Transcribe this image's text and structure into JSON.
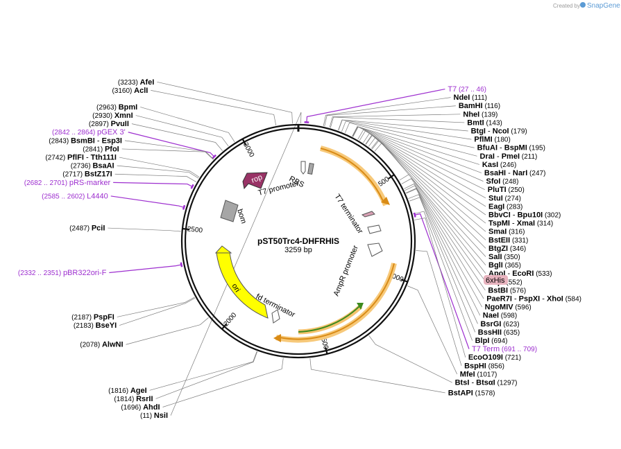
{
  "watermark": {
    "prefix": "Created by",
    "brand": "SnapGene"
  },
  "map": {
    "name": "pST50Trc4-DHFRHIS",
    "length_label": "3259 bp",
    "length": 3259,
    "tick_labels": [
      "500",
      "1000",
      "1500",
      "2000",
      "2500",
      "3000"
    ]
  },
  "sites": [
    {
      "side": "left",
      "names": [
        "NsiI"
      ],
      "pos": "(11)",
      "bp": 11
    },
    {
      "side": "left",
      "names": [
        "AfeI"
      ],
      "pos": "(3233)",
      "bp": 3233
    },
    {
      "side": "left",
      "names": [
        "AclI"
      ],
      "pos": "(3160)",
      "bp": 3160
    },
    {
      "side": "left",
      "names": [
        "BpmI"
      ],
      "pos": "(2963)",
      "bp": 2963
    },
    {
      "side": "left",
      "names": [
        "XmnI"
      ],
      "pos": "(2930)",
      "bp": 2930
    },
    {
      "side": "left",
      "names": [
        "PvuII"
      ],
      "pos": "(2897)",
      "bp": 2897
    },
    {
      "side": "left",
      "names": [
        "BsmBI",
        "Esp3I"
      ],
      "pos": "(2843)",
      "bp": 2843
    },
    {
      "side": "left",
      "names": [
        "PfoI"
      ],
      "pos": "(2841)",
      "bp": 2841
    },
    {
      "side": "left",
      "names": [
        "PflFI",
        "Tth111I"
      ],
      "pos": "(2742)",
      "bp": 2742
    },
    {
      "side": "left",
      "names": [
        "BsaAI"
      ],
      "pos": "(2736)",
      "bp": 2736
    },
    {
      "side": "left",
      "names": [
        "BstZ17I"
      ],
      "pos": "(2717)",
      "bp": 2717
    },
    {
      "side": "left",
      "names": [
        "PciI"
      ],
      "pos": "(2487)",
      "bp": 2487
    },
    {
      "side": "left",
      "names": [
        "PspFI"
      ],
      "pos": "(2187)",
      "bp": 2187
    },
    {
      "side": "left",
      "names": [
        "BseYI"
      ],
      "pos": "(2183)",
      "bp": 2183
    },
    {
      "side": "left",
      "names": [
        "AlwNI"
      ],
      "pos": "(2078)",
      "bp": 2078
    },
    {
      "side": "left",
      "names": [
        "AgeI"
      ],
      "pos": "(1816)",
      "bp": 1816
    },
    {
      "side": "left",
      "names": [
        "RsrII"
      ],
      "pos": "(1814)",
      "bp": 1814
    },
    {
      "side": "left",
      "names": [
        "AhdI"
      ],
      "pos": "(1696)",
      "bp": 1696
    },
    {
      "side": "right",
      "names": [
        "BstAPI"
      ],
      "pos": "(1578)",
      "bp": 1578
    },
    {
      "side": "right",
      "names": [
        "BtsI",
        "BtsαI"
      ],
      "pos": "(1297)",
      "bp": 1297
    },
    {
      "side": "right",
      "names": [
        "NdeI"
      ],
      "pos": "(111)",
      "bp": 111
    },
    {
      "side": "right",
      "names": [
        "BamHI"
      ],
      "pos": "(116)",
      "bp": 116
    },
    {
      "side": "right",
      "names": [
        "NheI"
      ],
      "pos": "(139)",
      "bp": 139
    },
    {
      "side": "right",
      "names": [
        "BmtI"
      ],
      "pos": "(143)",
      "bp": 143
    },
    {
      "side": "right",
      "names": [
        "BtgI",
        "NcoI"
      ],
      "pos": "(179)",
      "bp": 179
    },
    {
      "side": "right",
      "names": [
        "PflMI"
      ],
      "pos": "(180)",
      "bp": 180
    },
    {
      "side": "right",
      "names": [
        "BfuAI",
        "BspMI"
      ],
      "pos": "(195)",
      "bp": 195
    },
    {
      "side": "right",
      "names": [
        "DraI",
        "PmeI"
      ],
      "pos": "(211)",
      "bp": 211
    },
    {
      "side": "right",
      "names": [
        "KasI"
      ],
      "pos": "(246)",
      "bp": 246
    },
    {
      "side": "right",
      "names": [
        "BsaHI",
        "NarI"
      ],
      "pos": "(247)",
      "bp": 247
    },
    {
      "side": "right",
      "names": [
        "SfoI"
      ],
      "pos": "(248)",
      "bp": 248
    },
    {
      "side": "right",
      "names": [
        "PluTI"
      ],
      "pos": "(250)",
      "bp": 250
    },
    {
      "side": "right",
      "names": [
        "StuI"
      ],
      "pos": "(274)",
      "bp": 274
    },
    {
      "side": "right",
      "names": [
        "EagI"
      ],
      "pos": "(283)",
      "bp": 283
    },
    {
      "side": "right",
      "names": [
        "BbvCI",
        "Bpu10I"
      ],
      "pos": "(302)",
      "bp": 302
    },
    {
      "side": "right",
      "names": [
        "TspMI",
        "XmaI"
      ],
      "pos": "(314)",
      "bp": 314
    },
    {
      "side": "right",
      "names": [
        "SmaI"
      ],
      "pos": "(316)",
      "bp": 316
    },
    {
      "side": "right",
      "names": [
        "BstEII"
      ],
      "pos": "(331)",
      "bp": 331
    },
    {
      "side": "right",
      "names": [
        "BtgZI"
      ],
      "pos": "(346)",
      "bp": 346
    },
    {
      "side": "right",
      "names": [
        "SalI"
      ],
      "pos": "(350)",
      "bp": 350
    },
    {
      "side": "right",
      "names": [
        "BglI"
      ],
      "pos": "(365)",
      "bp": 365
    },
    {
      "side": "right",
      "names": [
        "ApoI",
        "EcoRI"
      ],
      "pos": "(533)",
      "bp": 533
    },
    {
      "side": "right",
      "names": [
        "FspI"
      ],
      "pos": "(552)",
      "bp": 552
    },
    {
      "side": "right",
      "names": [
        "BstBI"
      ],
      "pos": "(576)",
      "bp": 576
    },
    {
      "side": "right",
      "names": [
        "PaeR7I",
        "PspXI",
        "XhoI"
      ],
      "pos": "(584)",
      "bp": 584
    },
    {
      "side": "right",
      "names": [
        "NgoMIV"
      ],
      "pos": "(596)",
      "bp": 596
    },
    {
      "side": "right",
      "names": [
        "NaeI"
      ],
      "pos": "(598)",
      "bp": 598
    },
    {
      "side": "right",
      "names": [
        "BsrGI"
      ],
      "pos": "(623)",
      "bp": 623
    },
    {
      "side": "right",
      "names": [
        "BssHII"
      ],
      "pos": "(635)",
      "bp": 635
    },
    {
      "side": "right",
      "names": [
        "BlpI"
      ],
      "pos": "(694)",
      "bp": 694
    },
    {
      "side": "right",
      "names": [
        "EcoO109I"
      ],
      "pos": "(721)",
      "bp": 721
    },
    {
      "side": "right",
      "names": [
        "BspHI"
      ],
      "pos": "(856)",
      "bp": 856
    },
    {
      "side": "right",
      "names": [
        "MfeI"
      ],
      "pos": "(1017)",
      "bp": 1017
    }
  ],
  "primers": [
    {
      "name": "T7",
      "pos": "(27 .. 46)",
      "side": "right",
      "bp": 36
    },
    {
      "name": "pGEX 3'",
      "pos": "(2842 .. 2864)",
      "side": "left",
      "bp": 2853
    },
    {
      "name": "pRS-marker",
      "pos": "(2682 .. 2701)",
      "side": "left",
      "bp": 2691
    },
    {
      "name": "L4440",
      "pos": "(2585 .. 2602)",
      "side": "left",
      "bp": 2593
    },
    {
      "name": "pBR322ori-F",
      "pos": "(2332 .. 2351)",
      "side": "left",
      "bp": 2341
    },
    {
      "name": "T7 Term",
      "pos": "(691 .. 709)",
      "side": "right",
      "bp": 700
    }
  ],
  "feature_badge": "6xHis",
  "features": [
    {
      "label": "RBS",
      "color": "#a6a6a6"
    },
    {
      "label": "T7 promoter",
      "color": "#ffffff"
    },
    {
      "label": "T7 terminator",
      "color": "#ffffff"
    },
    {
      "label": "AmpR promoter",
      "color": "#ffffff"
    },
    {
      "label": "fd terminator",
      "color": "#ffffff"
    },
    {
      "label": "ori",
      "color": "#ffff00"
    },
    {
      "label": "bom",
      "color": "#a6a6a6"
    },
    {
      "label": "rop",
      "color": "#993366"
    }
  ],
  "colors": {
    "primer": "#9d2ecf",
    "ori": "#ffff00",
    "rop": "#993366",
    "cds_highlight": "#f7c97a",
    "cds_arrow": "#e69a22",
    "amp_green": "#5aa02c",
    "badge_bg": "#e8b4bf"
  }
}
